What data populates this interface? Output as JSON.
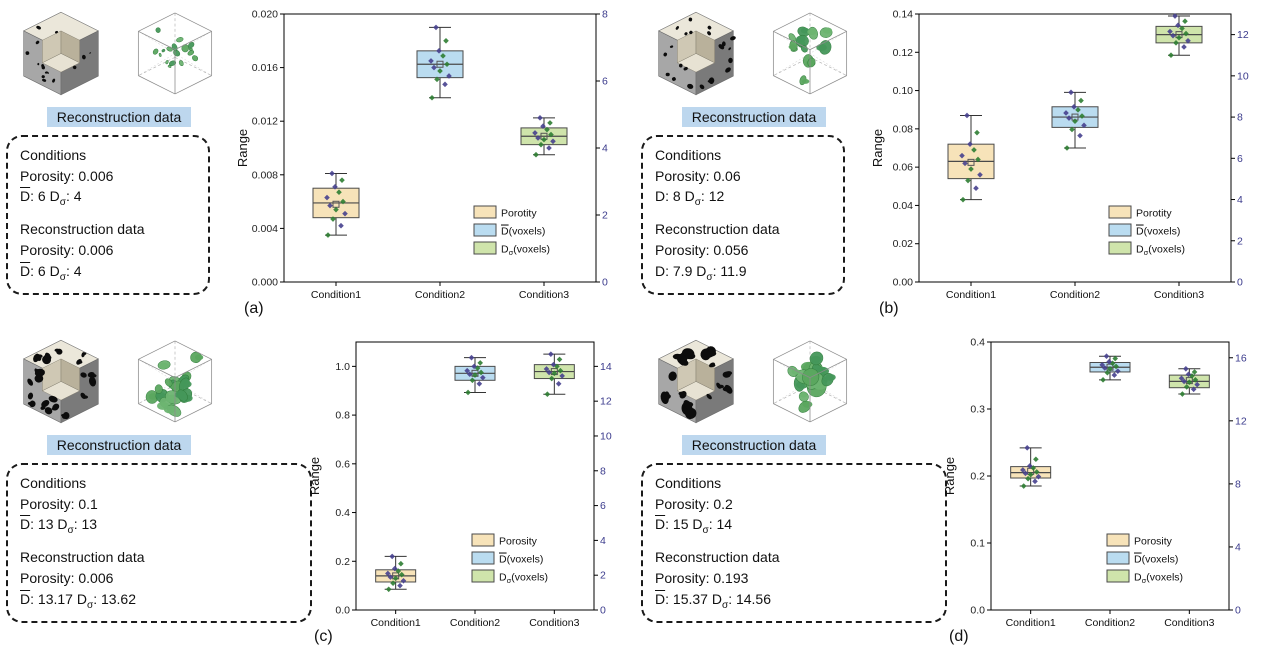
{
  "colors": {
    "porosity_fill": "#f7e3b9",
    "dbar_fill": "#badcf0",
    "dsigma_fill": "#cfe4ab",
    "right_axis": "#3b3b8c",
    "left_axis": "#1f1f1f",
    "point_green": "#2e7d32",
    "point_purple": "#46408e",
    "recon_label_bg": "#bdd7ee",
    "pore_black": "#0c0c0c",
    "pore_green": "#5ba75f"
  },
  "panels": [
    {
      "label": "(a)",
      "reconstruction_label": "Reconstruction data",
      "pore_scale": "small",
      "conditions_box": {
        "lines": [
          "Conditions",
          "Porosity: 0.006",
          "D̄: 6 Dσ: 4",
          "Reconstruction data",
          "Porosity: 0.006",
          "D̄: 6 Dσ: 4"
        ]
      }
    },
    {
      "label": "(b)",
      "reconstruction_label": "Reconstruction data",
      "pore_scale": "medium",
      "conditions_box": {
        "lines": [
          "Conditions",
          "Porosity: 0.06",
          "D: 8 Dσ: 12",
          "Reconstruction data",
          "Porosity: 0.056",
          "D: 7.9 Dσ: 11.9"
        ]
      }
    },
    {
      "label": "(c)",
      "reconstruction_label": "Reconstruction data",
      "pore_scale": "large",
      "conditions_box": {
        "lines": [
          "Conditions",
          "Porosity: 0.1",
          "D̄: 13 Dσ: 13",
          "Reconstruction data",
          "Porosity: 0.006",
          "D̄: 13.17 Dσ: 13.62"
        ]
      }
    },
    {
      "label": "(d)",
      "reconstruction_label": "Reconstruction data",
      "pore_scale": "xlarge",
      "conditions_box": {
        "lines": [
          "Conditions",
          "Porosity: 0.2",
          "D̄: 15 Dσ: 14",
          "Reconstruction data",
          "Porosity: 0.193",
          "D̄: 15.37 Dσ: 14.56"
        ]
      }
    }
  ],
  "chart_data": [
    {
      "panel": "a",
      "type": "box",
      "categories": [
        "Condition1",
        "Condition2",
        "Condition3"
      ],
      "ylabel": "Range",
      "left_axis": {
        "min": 0,
        "max": 0.02,
        "tick_vals": [
          0,
          0.004,
          0.008,
          0.012,
          0.016,
          0.02
        ],
        "tick_labels": [
          "0.000",
          "0.004",
          "0.008",
          "0.012",
          "0.016",
          "0.020"
        ],
        "color": "#1f1f1f"
      },
      "right_axis": {
        "min": 0,
        "max": 8,
        "tick_vals": [
          0,
          2,
          4,
          6,
          8
        ],
        "tick_labels": [
          "0",
          "2",
          "4",
          "6",
          "8"
        ],
        "color": "#3b3b8c"
      },
      "legend": [
        "Porotity",
        "D̄(voxels)",
        "Dσ(voxels)"
      ],
      "series": [
        {
          "name": "Porotity",
          "axis": "left",
          "color": "#f7e3b9",
          "box": {
            "lo": 0.0035,
            "q1": 0.0048,
            "med": 0.0059,
            "q3": 0.007,
            "hi": 0.0081,
            "mean": 0.0058
          },
          "points": [
            0.0035,
            0.0042,
            0.0047,
            0.0051,
            0.0054,
            0.0057,
            0.006,
            0.0063,
            0.0067,
            0.0071,
            0.0076,
            0.0081
          ]
        },
        {
          "name": "D̄(voxels)",
          "axis": "right",
          "color": "#badcf0",
          "box": {
            "lo": 5.5,
            "q1": 6.1,
            "med": 6.5,
            "q3": 6.9,
            "hi": 7.6,
            "mean": 6.5
          },
          "points": [
            5.5,
            5.9,
            6.05,
            6.15,
            6.3,
            6.4,
            6.5,
            6.6,
            6.75,
            6.9,
            7.2,
            7.6
          ]
        },
        {
          "name": "Dσ(voxels)",
          "axis": "right",
          "color": "#cfe4ab",
          "box": {
            "lo": 3.8,
            "q1": 4.1,
            "med": 4.35,
            "q3": 4.6,
            "hi": 4.9,
            "mean": 4.35
          },
          "points": [
            3.8,
            4.0,
            4.1,
            4.2,
            4.25,
            4.3,
            4.4,
            4.45,
            4.55,
            4.65,
            4.75,
            4.9
          ]
        }
      ]
    },
    {
      "panel": "b",
      "type": "box",
      "categories": [
        "Condition1",
        "Condition2",
        "Condition3"
      ],
      "ylabel": "Range",
      "left_axis": {
        "min": 0,
        "max": 0.14,
        "tick_vals": [
          0,
          0.02,
          0.04,
          0.06,
          0.08,
          0.1,
          0.12,
          0.14
        ],
        "tick_labels": [
          "0.00",
          "0.02",
          "0.04",
          "0.06",
          "0.08",
          "0.10",
          "0.12",
          "0.14"
        ],
        "color": "#1f1f1f"
      },
      "right_axis": {
        "min": 0,
        "max": 13,
        "tick_vals": [
          0,
          2,
          4,
          6,
          8,
          10,
          12
        ],
        "tick_labels": [
          "0",
          "2",
          "4",
          "6",
          "8",
          "10",
          "12"
        ],
        "color": "#3b3b8c"
      },
      "legend": [
        "Porotity",
        "D̄(voxels)",
        "Dσ(voxels)"
      ],
      "series": [
        {
          "name": "Porotity",
          "axis": "left",
          "color": "#f7e3b9",
          "box": {
            "lo": 0.043,
            "q1": 0.054,
            "med": 0.063,
            "q3": 0.072,
            "hi": 0.087,
            "mean": 0.0625
          },
          "points": [
            0.043,
            0.049,
            0.053,
            0.056,
            0.059,
            0.062,
            0.064,
            0.066,
            0.069,
            0.072,
            0.078,
            0.087
          ]
        },
        {
          "name": "D̄(voxels)",
          "axis": "right",
          "color": "#badcf0",
          "box": {
            "lo": 6.5,
            "q1": 7.5,
            "med": 8.0,
            "q3": 8.5,
            "hi": 9.2,
            "mean": 8.0
          },
          "points": [
            6.5,
            7.1,
            7.4,
            7.6,
            7.8,
            7.95,
            8.05,
            8.2,
            8.35,
            8.5,
            8.8,
            9.2
          ]
        },
        {
          "name": "Dσ(voxels)",
          "axis": "right",
          "color": "#cfe4ab",
          "box": {
            "lo": 11.0,
            "q1": 11.6,
            "med": 12.0,
            "q3": 12.4,
            "hi": 12.9,
            "mean": 12.0
          },
          "points": [
            11.0,
            11.4,
            11.6,
            11.7,
            11.85,
            11.95,
            12.05,
            12.15,
            12.3,
            12.45,
            12.65,
            12.9
          ]
        }
      ]
    },
    {
      "panel": "c",
      "type": "box",
      "categories": [
        "Condition1",
        "Condition2",
        "Condition3"
      ],
      "ylabel": "Range",
      "left_axis": {
        "min": 0,
        "max": 1.1,
        "tick_vals": [
          0,
          0.2,
          0.4,
          0.6,
          0.8,
          1.0
        ],
        "tick_labels": [
          "0.0",
          "0.2",
          "0.4",
          "0.6",
          "0.8",
          "1.0"
        ],
        "color": "#1f1f1f"
      },
      "right_axis": {
        "min": 0,
        "max": 15.4,
        "tick_vals": [
          0,
          2,
          4,
          6,
          8,
          10,
          12,
          14
        ],
        "tick_labels": [
          "0",
          "2",
          "4",
          "6",
          "8",
          "10",
          "12",
          "14"
        ],
        "color": "#3b3b8c"
      },
      "legend": [
        "Porosity",
        "D̄(voxels)",
        "Dσ(voxels)"
      ],
      "series": [
        {
          "name": "Porosity",
          "axis": "left",
          "color": "#f7e3b9",
          "box": {
            "lo": 0.085,
            "q1": 0.115,
            "med": 0.14,
            "q3": 0.165,
            "hi": 0.22,
            "mean": 0.14
          },
          "points": [
            0.085,
            0.1,
            0.11,
            0.12,
            0.13,
            0.135,
            0.145,
            0.15,
            0.16,
            0.17,
            0.19,
            0.22
          ]
        },
        {
          "name": "D̄(voxels)",
          "axis": "right",
          "color": "#badcf0",
          "box": {
            "lo": 12.5,
            "q1": 13.2,
            "med": 13.6,
            "q3": 14.0,
            "hi": 14.5,
            "mean": 13.6
          },
          "points": [
            12.5,
            13.0,
            13.2,
            13.35,
            13.5,
            13.55,
            13.65,
            13.75,
            13.9,
            14.0,
            14.2,
            14.5
          ]
        },
        {
          "name": "Dσ(voxels)",
          "axis": "right",
          "color": "#cfe4ab",
          "box": {
            "lo": 12.4,
            "q1": 13.3,
            "med": 13.7,
            "q3": 14.1,
            "hi": 14.7,
            "mean": 13.7
          },
          "points": [
            12.4,
            13.0,
            13.3,
            13.45,
            13.6,
            13.65,
            13.75,
            13.85,
            14.0,
            14.1,
            14.4,
            14.7
          ]
        }
      ]
    },
    {
      "panel": "d",
      "type": "box",
      "categories": [
        "Condition1",
        "Condition2",
        "Condition3"
      ],
      "ylabel": "Range",
      "left_axis": {
        "min": 0,
        "max": 0.4,
        "tick_vals": [
          0,
          0.1,
          0.2,
          0.3,
          0.4
        ],
        "tick_labels": [
          "0.0",
          "0.1",
          "0.2",
          "0.3",
          "0.4"
        ],
        "color": "#1f1f1f"
      },
      "right_axis": {
        "min": 0,
        "max": 17,
        "tick_vals": [
          0,
          4,
          8,
          12,
          16
        ],
        "tick_labels": [
          "0",
          "4",
          "8",
          "12",
          "16"
        ],
        "color": "#3b3b8c"
      },
      "legend": [
        "Porosity",
        "D̄(voxels)",
        "Dσ(voxels)"
      ],
      "series": [
        {
          "name": "Porosity",
          "axis": "left",
          "color": "#f7e3b9",
          "box": {
            "lo": 0.185,
            "q1": 0.197,
            "med": 0.205,
            "q3": 0.214,
            "hi": 0.242,
            "mean": 0.207
          },
          "points": [
            0.185,
            0.192,
            0.196,
            0.199,
            0.202,
            0.204,
            0.206,
            0.209,
            0.212,
            0.215,
            0.225,
            0.242
          ]
        },
        {
          "name": "D̄(voxels)",
          "axis": "right",
          "color": "#badcf0",
          "box": {
            "lo": 14.6,
            "q1": 15.1,
            "med": 15.4,
            "q3": 15.7,
            "hi": 16.1,
            "mean": 15.4
          },
          "points": [
            14.6,
            14.9,
            15.05,
            15.15,
            15.3,
            15.35,
            15.45,
            15.55,
            15.65,
            15.75,
            15.95,
            16.1
          ]
        },
        {
          "name": "Dσ(voxels)",
          "axis": "right",
          "color": "#cfe4ab",
          "box": {
            "lo": 13.7,
            "q1": 14.1,
            "med": 14.5,
            "q3": 14.9,
            "hi": 15.3,
            "mean": 14.55
          },
          "points": [
            13.7,
            14.0,
            14.15,
            14.3,
            14.45,
            14.5,
            14.6,
            14.7,
            14.85,
            14.95,
            15.1,
            15.3
          ]
        }
      ]
    }
  ]
}
